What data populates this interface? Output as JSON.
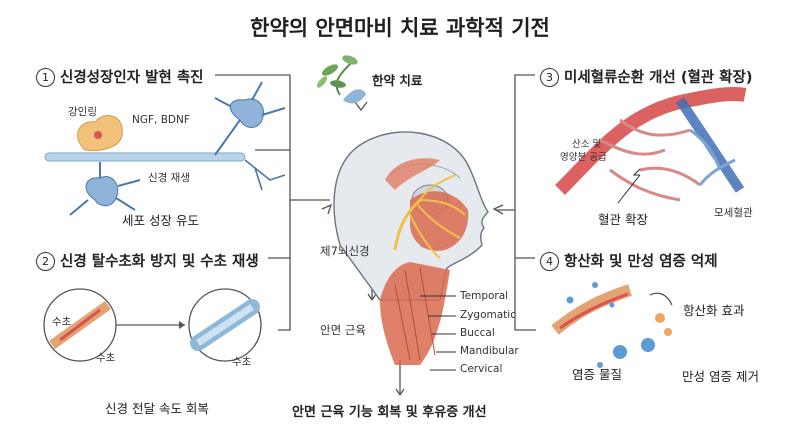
{
  "title": "한약의 안면마비 치료 과학적 기전",
  "center": {
    "herbal_treatment": "한약 치료",
    "facial_nerve": "제7뇌신경",
    "facial_muscle": "안면 근육",
    "muscles": [
      "Temporal",
      "Zygomatic",
      "Buccal",
      "Mandibular",
      "Cervical"
    ],
    "bottom_caption": "안면 근육 기능 회복 및 후유증 개선"
  },
  "sections": [
    {
      "number": "1",
      "title": "신경성장인자 발현 촉진",
      "labels": {
        "ganglion": "강인링",
        "factors": "NGF, BDNF",
        "regen": "신경 재생"
      },
      "caption": "세포 성장 유도"
    },
    {
      "number": "2",
      "title": "신경 탈수초화 방지 및 수초 재생",
      "labels": {
        "myelin_a": "수초",
        "myelin_b": "수초",
        "myelin_c": "수초"
      },
      "caption": "신경 전달 속도 회복"
    },
    {
      "number": "3",
      "title": "미세혈류순환 개선 (혈관 확장)",
      "labels": {
        "supply_1": "산소 및",
        "supply_2": "영양분 공급",
        "capillary": "모세혈관"
      },
      "caption": "혈관 확장"
    },
    {
      "number": "4",
      "title": "항산화 및 만성 염증 억제",
      "labels": {
        "antioxidant": "항산화 효과",
        "inflammatory": "염증 물질",
        "removal": "만성 염증 제거"
      }
    }
  ],
  "colors": {
    "nerve": "#f0c24a",
    "muscle": "#d96a4f",
    "artery": "#d64545",
    "vein": "#3f6fb5",
    "myelin": "#8fb8d8"
  }
}
